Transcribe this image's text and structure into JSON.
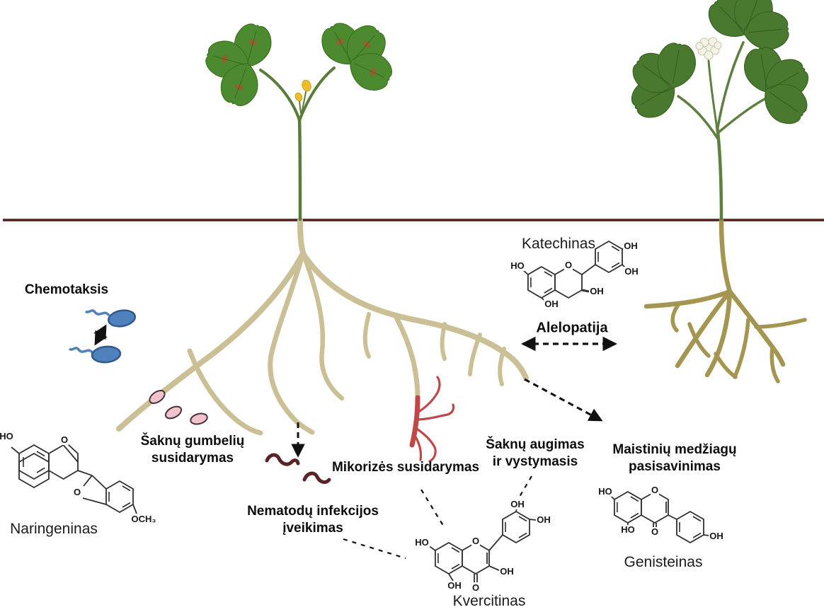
{
  "diagram": {
    "description": "Flavonoid functions in clover rhizosphere diagram"
  },
  "labels": {
    "chemotaxis": "Chemotaksis",
    "root_nodules_line1": "Šaknų gumbelių",
    "root_nodules_line2": "susidarymas",
    "naringenin": "Naringeninas",
    "nematodes_line1": "Nematodų infekcijos",
    "nematodes_line2": "įveikimas",
    "mycorrhiza": "Mikorizės susidarymas",
    "quercetin": "Kvercitinas",
    "root_growth_line1": "Šaknų augimas",
    "root_growth_line2": "ir vystymasis",
    "nutrients_line1": "Maistinių medžiagų",
    "nutrients_line2": "pasisavinimas",
    "genistein": "Genisteinas",
    "catechin": "Katechinas",
    "allelopathy": "Alelopatija"
  },
  "atoms": {
    "naringenin": {
      "a0": "HO",
      "a1": "O",
      "a2": "O",
      "a3": "OCH₃"
    },
    "catechin": {
      "a0": "HO",
      "a1": "O",
      "a2": "OH",
      "a3": "OH",
      "a4": "OH",
      "a5": "OH"
    },
    "quercetin": {
      "a0": "HO",
      "a1": "O",
      "a2": "OH",
      "a3": "OH",
      "a4": "OH",
      "a5": "OH",
      "a6": "O"
    },
    "genistein": {
      "a0": "HO",
      "a1": "O",
      "a2": "HO",
      "a3": "O",
      "a4": "OH"
    }
  },
  "colors": {
    "soil_line": "#4e1f17",
    "root_left": "#cbc095",
    "root_right": "#a49650",
    "mycorrhiza_red": "#c14748",
    "nodule_pink": "#f0c3cb",
    "nodule_outline": "#48333d",
    "bacteria_blue": "#4f81bd",
    "bacteria_outline": "#30598f",
    "nematode_brown": "#5a2327",
    "leaf_left": "#4b8a2e",
    "leaf_right": "#49792f",
    "stem_green": "#5a7c39",
    "flower_yellow": "#edbe2a",
    "flower_white": "#f4f3e6",
    "arrow_black": "#111111",
    "bond_black": "#2f2f2f"
  }
}
